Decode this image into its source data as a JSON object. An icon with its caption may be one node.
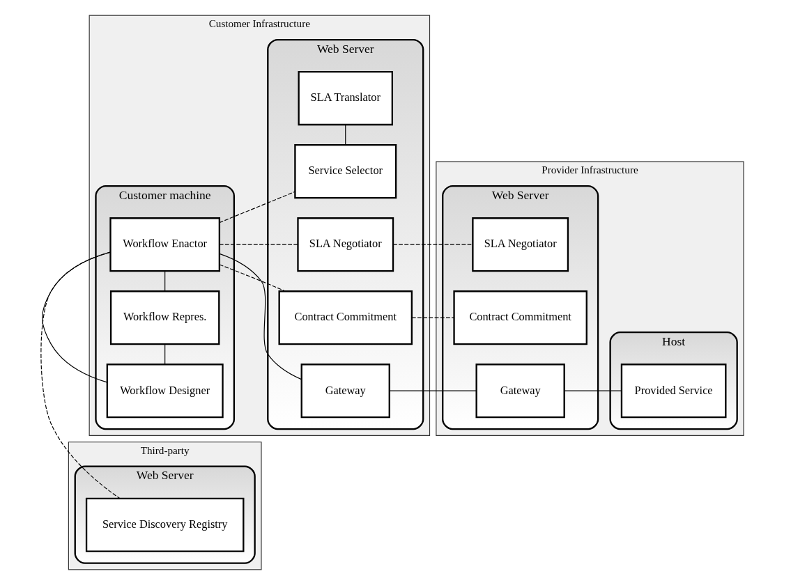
{
  "diagram": {
    "nodes": [
      {
        "text": [
          "Third-party"
        ]
      },
      {
        "text": [
          "Web Server"
        ],
        "in": 0
      },
      {
        "text": [
          "Service Discovery Registry"
        ],
        "in": 1
      },
      {
        "text": [
          "Customer Infrastructure"
        ]
      },
      {
        "text": [
          "Customer machine"
        ],
        "in": 3
      },
      {
        "text": [
          "Workflow Designer"
        ],
        "in": 4
      },
      {
        "text": [
          "Workflow Repres."
        ],
        "in": 4
      },
      {
        "text": [
          "Workflow Enactor"
        ],
        "in": 4
      },
      {
        "text": [
          "Web Server"
        ],
        "in": 3
      },
      {
        "text": [
          "Service Selector"
        ],
        "in": 8
      },
      {
        "text": [
          "SLA Translator"
        ],
        "in": 8
      },
      {
        "text": [
          "SLA Negotiator"
        ],
        "in": 8
      },
      {
        "text": [
          "Contract Commitment"
        ],
        "in": 8
      },
      {
        "text": [
          "Gateway"
        ],
        "in": 8
      },
      {
        "text": [
          "Provider Infrastructure"
        ]
      },
      {
        "text": [
          "Web Server"
        ],
        "in": 14
      },
      {
        "text": [
          "SLA Negotiator"
        ],
        "in": 15
      },
      {
        "text": [
          "Contract Commitment"
        ],
        "in": 15
      },
      {
        "text": [
          "Gateway"
        ],
        "in": 15
      },
      {
        "text": [
          "Host"
        ],
        "in": 14
      },
      {
        "text": [
          "Provided Service"
        ],
        "in": 19
      }
    ],
    "edges": [
      {
        "from": 5,
        "to": 6,
        "arrow": "none"
      },
      {
        "from": 6,
        "to": 7,
        "arrow": "none"
      },
      {
        "from": 5,
        "to": 7,
        "arrow": "none"
      },
      {
        "from": 9,
        "to": 10,
        "arrow": "none"
      },
      {
        "from": 7,
        "to": 13,
        "arrow": "none"
      },
      {
        "from": 13,
        "to": 18,
        "arrow": "none"
      },
      {
        "from": 18,
        "to": 20,
        "arrow": "none"
      },
      {
        "from": 7,
        "to": 2,
        "arrow": "none",
        "style": "dashed"
      },
      {
        "from": 7,
        "to": 9,
        "arrow": "none",
        "style": "dashed"
      },
      {
        "from": 7,
        "to": 11,
        "arrow": "none",
        "style": "dashed"
      },
      {
        "from": 7,
        "to": 12,
        "arrow": "none",
        "style": "dashed"
      },
      {
        "from": 11,
        "to": 16,
        "arrow": "none",
        "style": "dashed"
      },
      {
        "from": 12,
        "to": 17,
        "arrow": "none",
        "style": "dashed"
      }
    ]
  }
}
